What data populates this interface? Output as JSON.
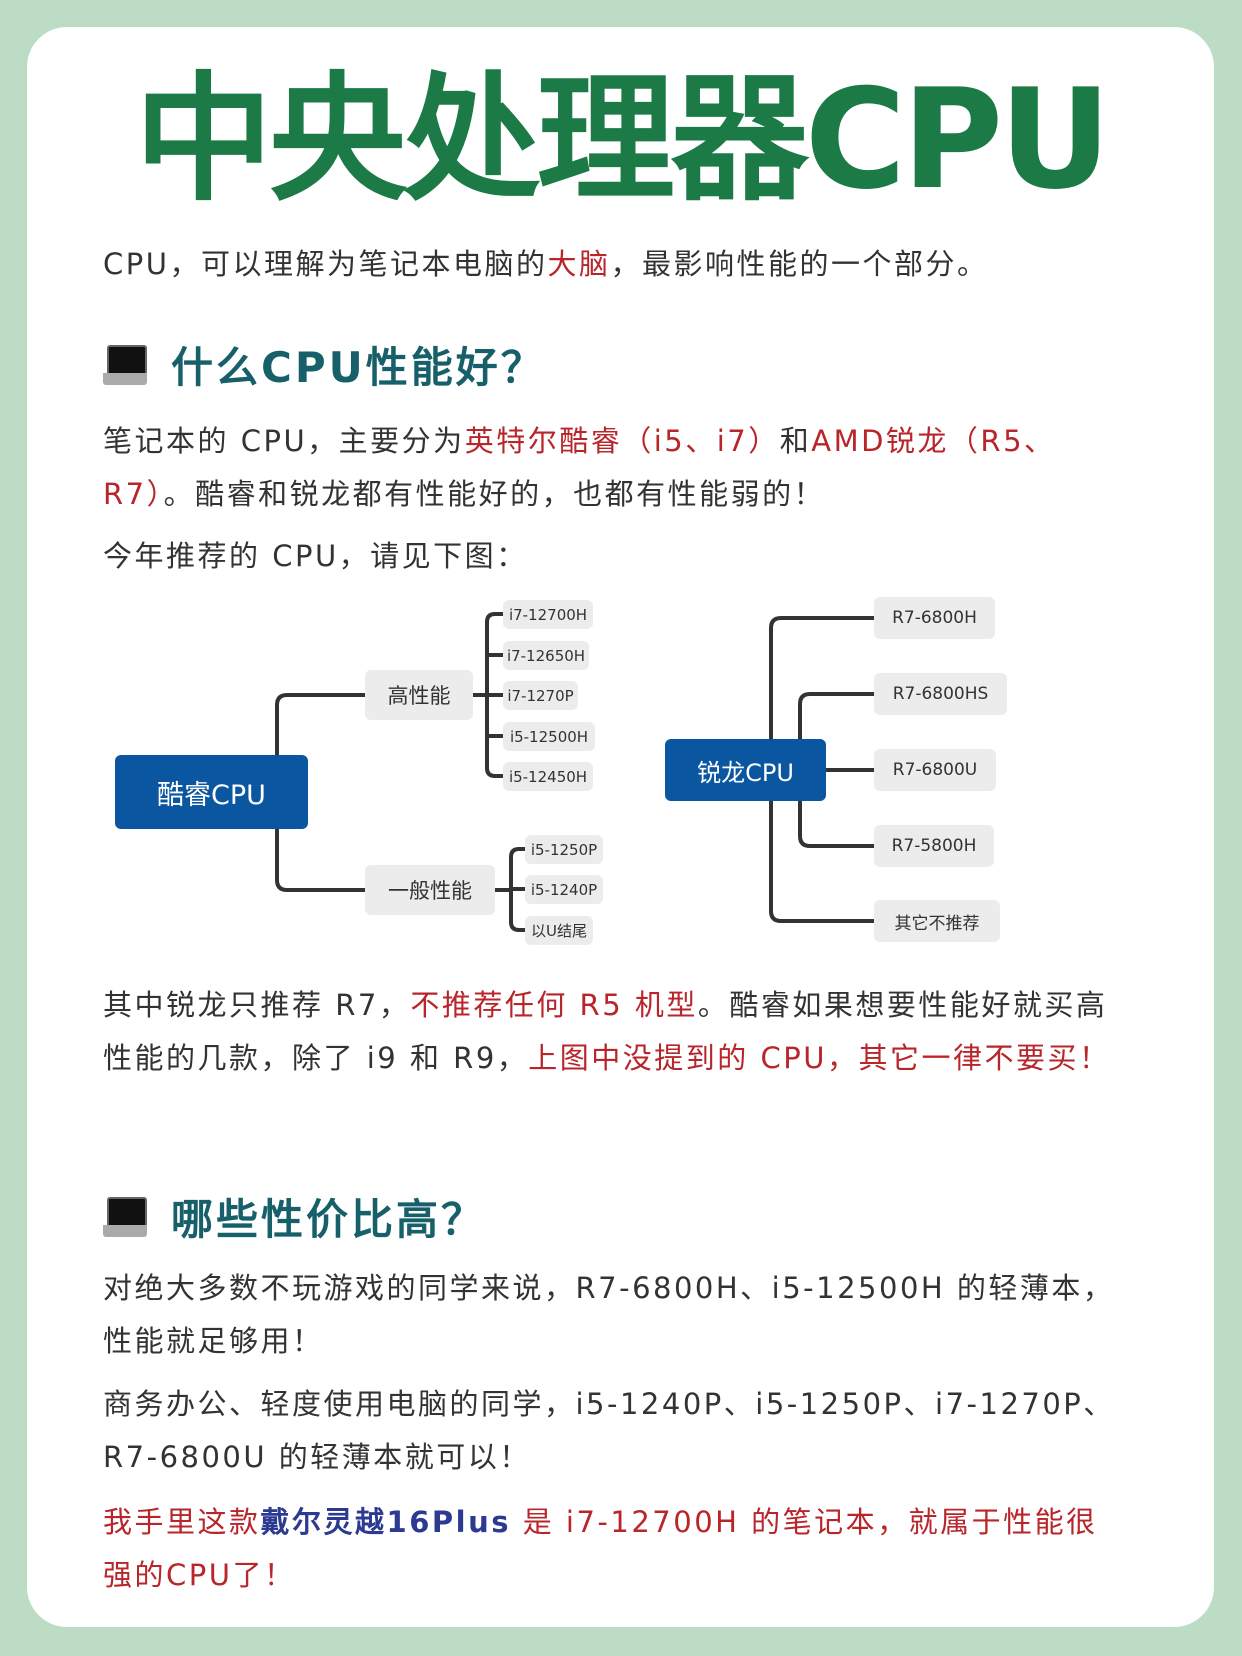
{
  "title": "中央处理器CPU",
  "intro": {
    "a": "CPU，可以理解为笔记本电脑的",
    "b": "大脑",
    "c": "，最影响性能的一个部分。"
  },
  "section1": {
    "icon": "laptop-icon",
    "heading": "什么CPU性能好？",
    "p1": {
      "a": "笔记本的 CPU，主要分为",
      "b": "英特尔酷睿（i5、i7）",
      "c": "和",
      "d": "AMD锐龙（R5、R7）",
      "e": "。酷睿和锐龙都有性能好的，也都有性能弱的！"
    },
    "p2": "今年推荐的 CPU，请见下图：",
    "p3": {
      "a": "其中锐龙只推荐 R7，",
      "b": "不推荐任何 R5 机型",
      "c": "。酷睿如果想要性能好就买高性能的几款，除了 i9 和 R9，",
      "d": "上图中没提到的 CPU，其它一律不要买！"
    }
  },
  "diagram": {
    "intel": {
      "label": "酷睿CPU",
      "high": {
        "label": "高性能",
        "items": [
          "i7-12700H",
          "i7-12650H",
          "i7-1270P",
          "i5-12500H",
          "i5-12450H"
        ]
      },
      "general": {
        "label": "一般性能",
        "items": [
          "i5-1250P",
          "i5-1240P",
          "以U结尾"
        ]
      }
    },
    "amd": {
      "label": "锐龙CPU",
      "items": [
        "R7-6800H",
        "R7-6800HS",
        "R7-6800U",
        "R7-5800H",
        "其它不推荐"
      ]
    }
  },
  "section2": {
    "icon": "laptop-icon",
    "heading": "哪些性价比高？",
    "p1": "对绝大多数不玩游戏的同学来说，R7-6800H、i5-12500H 的轻薄本，性能就足够用！",
    "p2": "商务办公、轻度使用电脑的同学，i5-1240P、i5-1250P、i7-1270P、R7-6800U 的轻薄本就可以！",
    "p3": {
      "a": "我手里这款",
      "b": "戴尔灵越16Plus",
      "c": " 是 i7-12700H 的笔记本，就属于性能很强的CPU了！"
    }
  },
  "colors": {
    "title": "#1b7a45",
    "heading": "#17606a",
    "accent_red": "#b8252a",
    "accent_blue": "#2c3b91",
    "node_blue": "#0b56a0",
    "background": "#bcdcc6"
  }
}
